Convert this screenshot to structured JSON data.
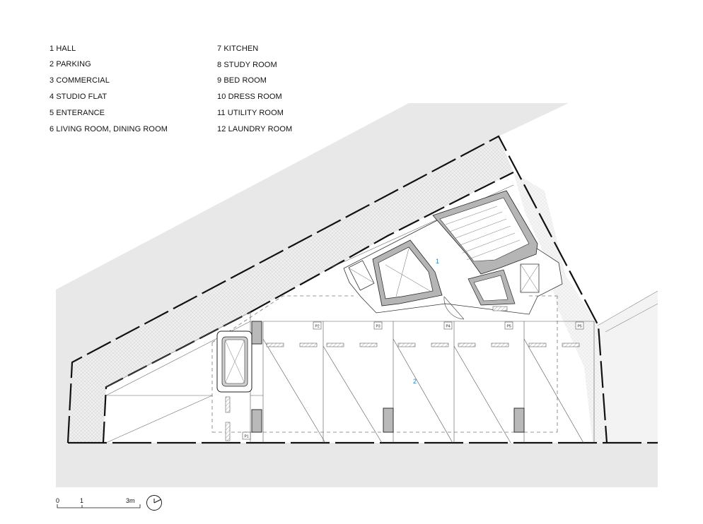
{
  "legend": {
    "col1": [
      "1 HALL",
      "2 PARKING",
      "3 COMMERCIAL",
      "4 STUDIO FLAT",
      "5 ENTERANCE",
      "6 LIVING ROOM, DINING ROOM"
    ],
    "col2": [
      "7 KITCHEN",
      "8 STUDY ROOM",
      "9 BED ROOM",
      "10 DRESS ROOM",
      "11 UTILITY ROOM",
      "12 LAUNDRY ROOM"
    ]
  },
  "plan": {
    "room_labels": {
      "hall": "1",
      "parking": "2"
    },
    "parking_spots": [
      "P1",
      "P2",
      "P3",
      "P4",
      "P5",
      "P5"
    ]
  },
  "scale_bar": {
    "zero": "0",
    "one": "1",
    "three": "3m"
  },
  "colors": {
    "ground": "#e8e8e8",
    "wall": "#111111",
    "hatch": "#d0d0d0",
    "room_label": "#1f7fc0"
  }
}
